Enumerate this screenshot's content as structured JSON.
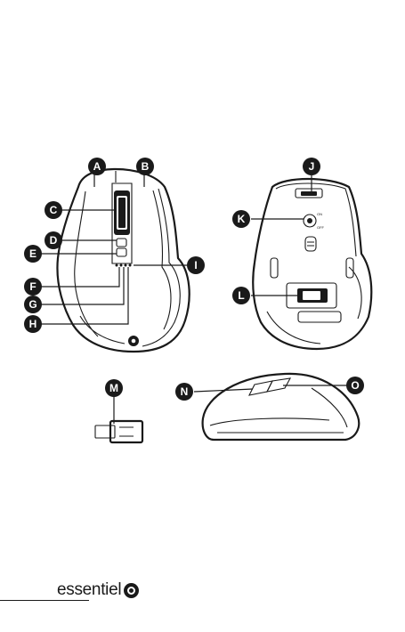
{
  "callouts": {
    "a": "A",
    "b": "B",
    "c": "C",
    "d": "D",
    "e": "E",
    "f": "F",
    "g": "G",
    "h": "H",
    "i": "I",
    "j": "J",
    "k": "K",
    "l": "L",
    "m": "M",
    "n": "N",
    "o": "O"
  },
  "switch": {
    "on": "ON",
    "off": "OFF"
  },
  "brand": {
    "name": "essentiel",
    "logo_icon": "essentielb-logo-icon"
  },
  "colors": {
    "ink": "#1a1a1a",
    "paper": "#ffffff"
  }
}
